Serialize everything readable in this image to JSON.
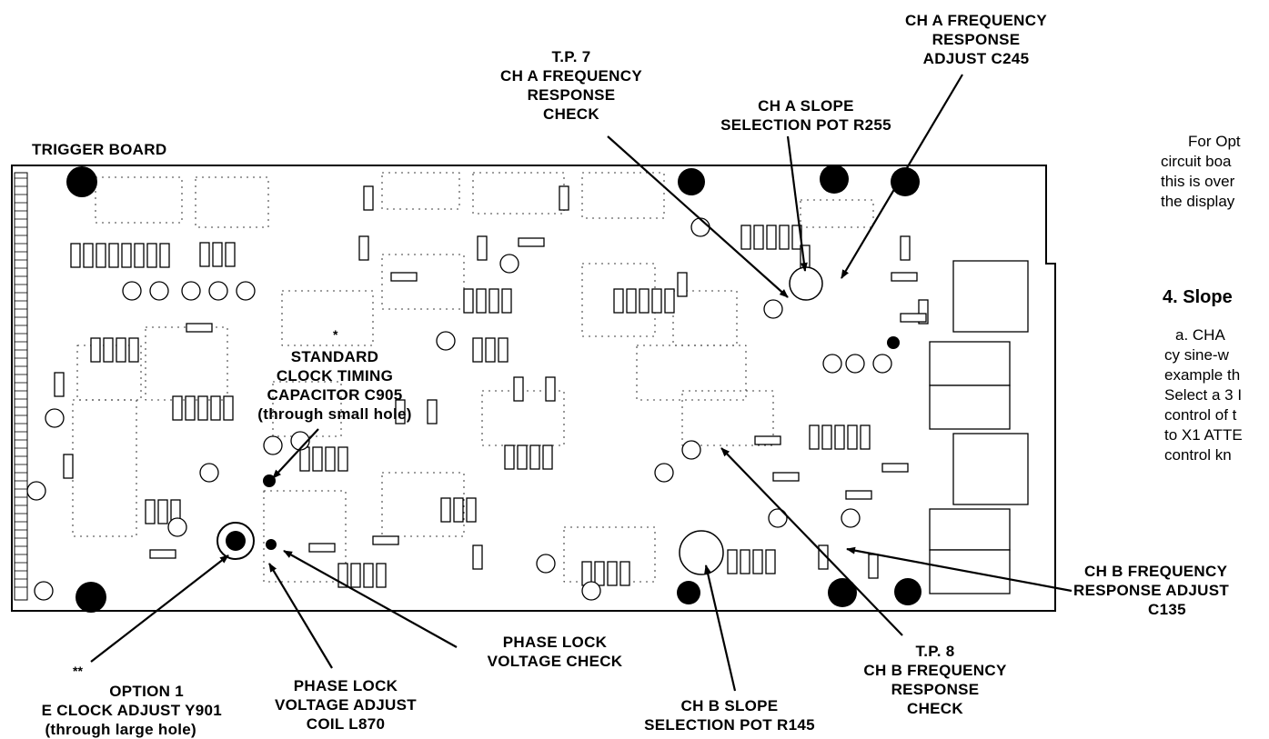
{
  "labels": {
    "trigger_board": "TRIGGER BOARD",
    "tp7": [
      "T.P. 7",
      "CH A FREQUENCY",
      "RESPONSE",
      "CHECK"
    ],
    "ch_a_slope": [
      "CH A SLOPE",
      "SELECTION POT R255"
    ],
    "ch_a_freq_adjust": [
      "CH A FREQUENCY",
      "RESPONSE",
      "ADJUST C245"
    ],
    "standard_clock": [
      "STANDARD",
      "CLOCK TIMING",
      "CAPACITOR C905",
      "(through small hole)"
    ],
    "phase_lock_check": [
      "PHASE LOCK",
      "VOLTAGE CHECK"
    ],
    "phase_lock_adjust": [
      "PHASE LOCK",
      "VOLTAGE ADJUST",
      "COIL L870"
    ],
    "option1": [
      "OPTION 1",
      "E CLOCK ADJUST Y901",
      "(through large hole)"
    ],
    "ch_b_slope": [
      "CH B SLOPE",
      "SELECTION POT R145"
    ],
    "tp8": [
      "T.P. 8",
      "CH B FREQUENCY",
      "RESPONSE",
      "CHECK"
    ],
    "ch_b_freq_adjust": [
      "CH B FREQUENCY",
      "RESPONSE ADJUST",
      "C135"
    ],
    "star_single": "*",
    "star_double": "**"
  },
  "side_text": {
    "para1": [
      "For Opt",
      "circuit boa",
      "this is over",
      "the display"
    ],
    "heading": "4.  Slope",
    "para2": [
      "a.  CHA",
      "cy  sine-w",
      "example th",
      "Select a 3 I",
      "control of t",
      "to X1 ATTE",
      "control kn"
    ]
  }
}
